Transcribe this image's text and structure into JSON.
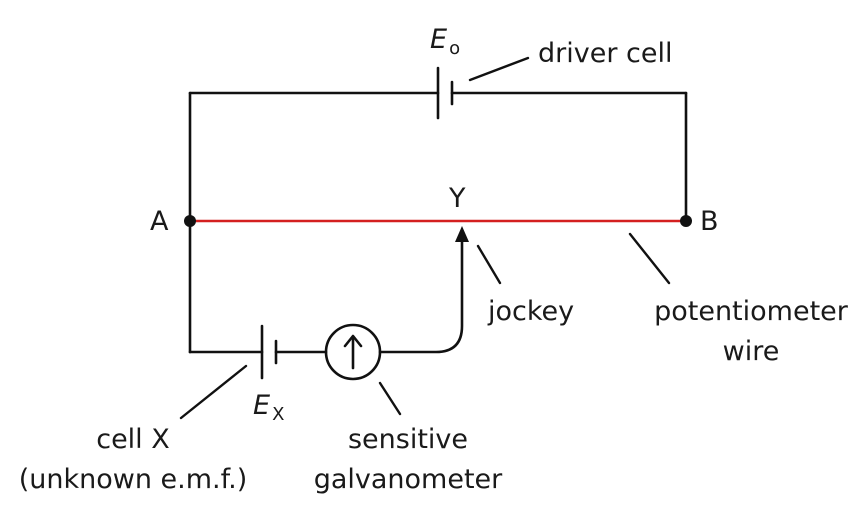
{
  "labels": {
    "driver_cell": "driver cell",
    "point_a": "A",
    "point_b": "B",
    "point_y": "Y",
    "jockey": "jockey",
    "potentiometer_line1": "potentiometer",
    "potentiometer_line2": "wire",
    "cell_x_line1": "cell X",
    "cell_x_line2": "(unknown e.m.f.)",
    "galvanometer_line1": "sensitive",
    "galvanometer_line2": "galvanometer",
    "e0_symbol": "E",
    "e0_subscript": "o",
    "ex_symbol": "E",
    "ex_subscript": "X"
  },
  "colors": {
    "wire": "#111111",
    "potentiometer_wire": "#d42020",
    "text": "#1a1a1a"
  }
}
